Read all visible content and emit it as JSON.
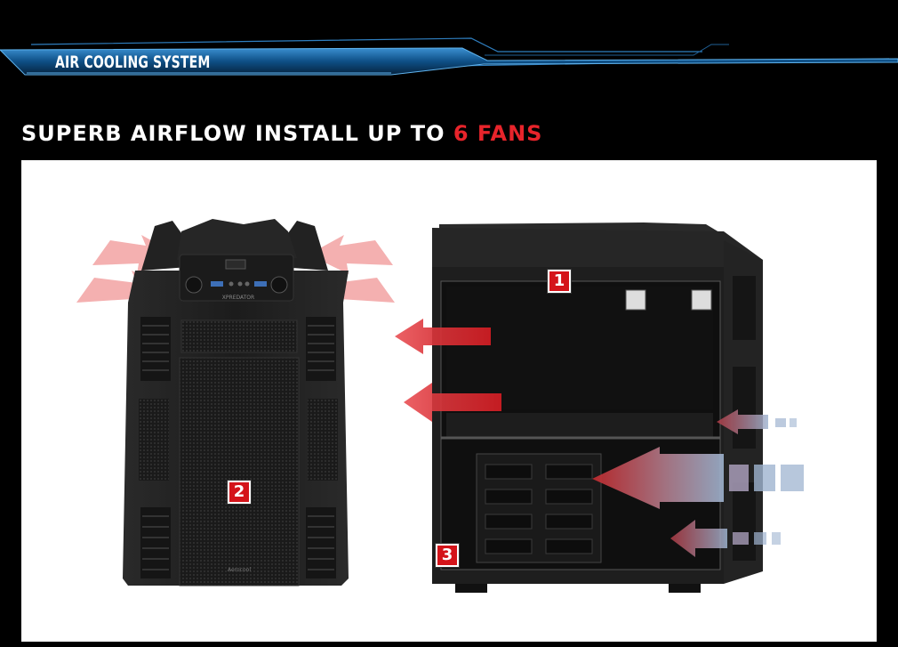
{
  "banner": {
    "title": "AIR COOLING SYSTEM"
  },
  "headline": {
    "text": "SUPERB AIRFLOW INSTALL UP TO ",
    "accent": "6 FANS"
  },
  "front_case": {
    "model_text": "XPREDATOR",
    "logo_text": "Aerocool"
  },
  "badges": [
    {
      "label": "1"
    },
    {
      "label": "2"
    },
    {
      "label": "3"
    }
  ],
  "colors": {
    "accent": "#e8242b",
    "banner_blue": "#1b6fb0",
    "badge_red": "#d4141a",
    "intake_blue": "#9fb4d0"
  }
}
